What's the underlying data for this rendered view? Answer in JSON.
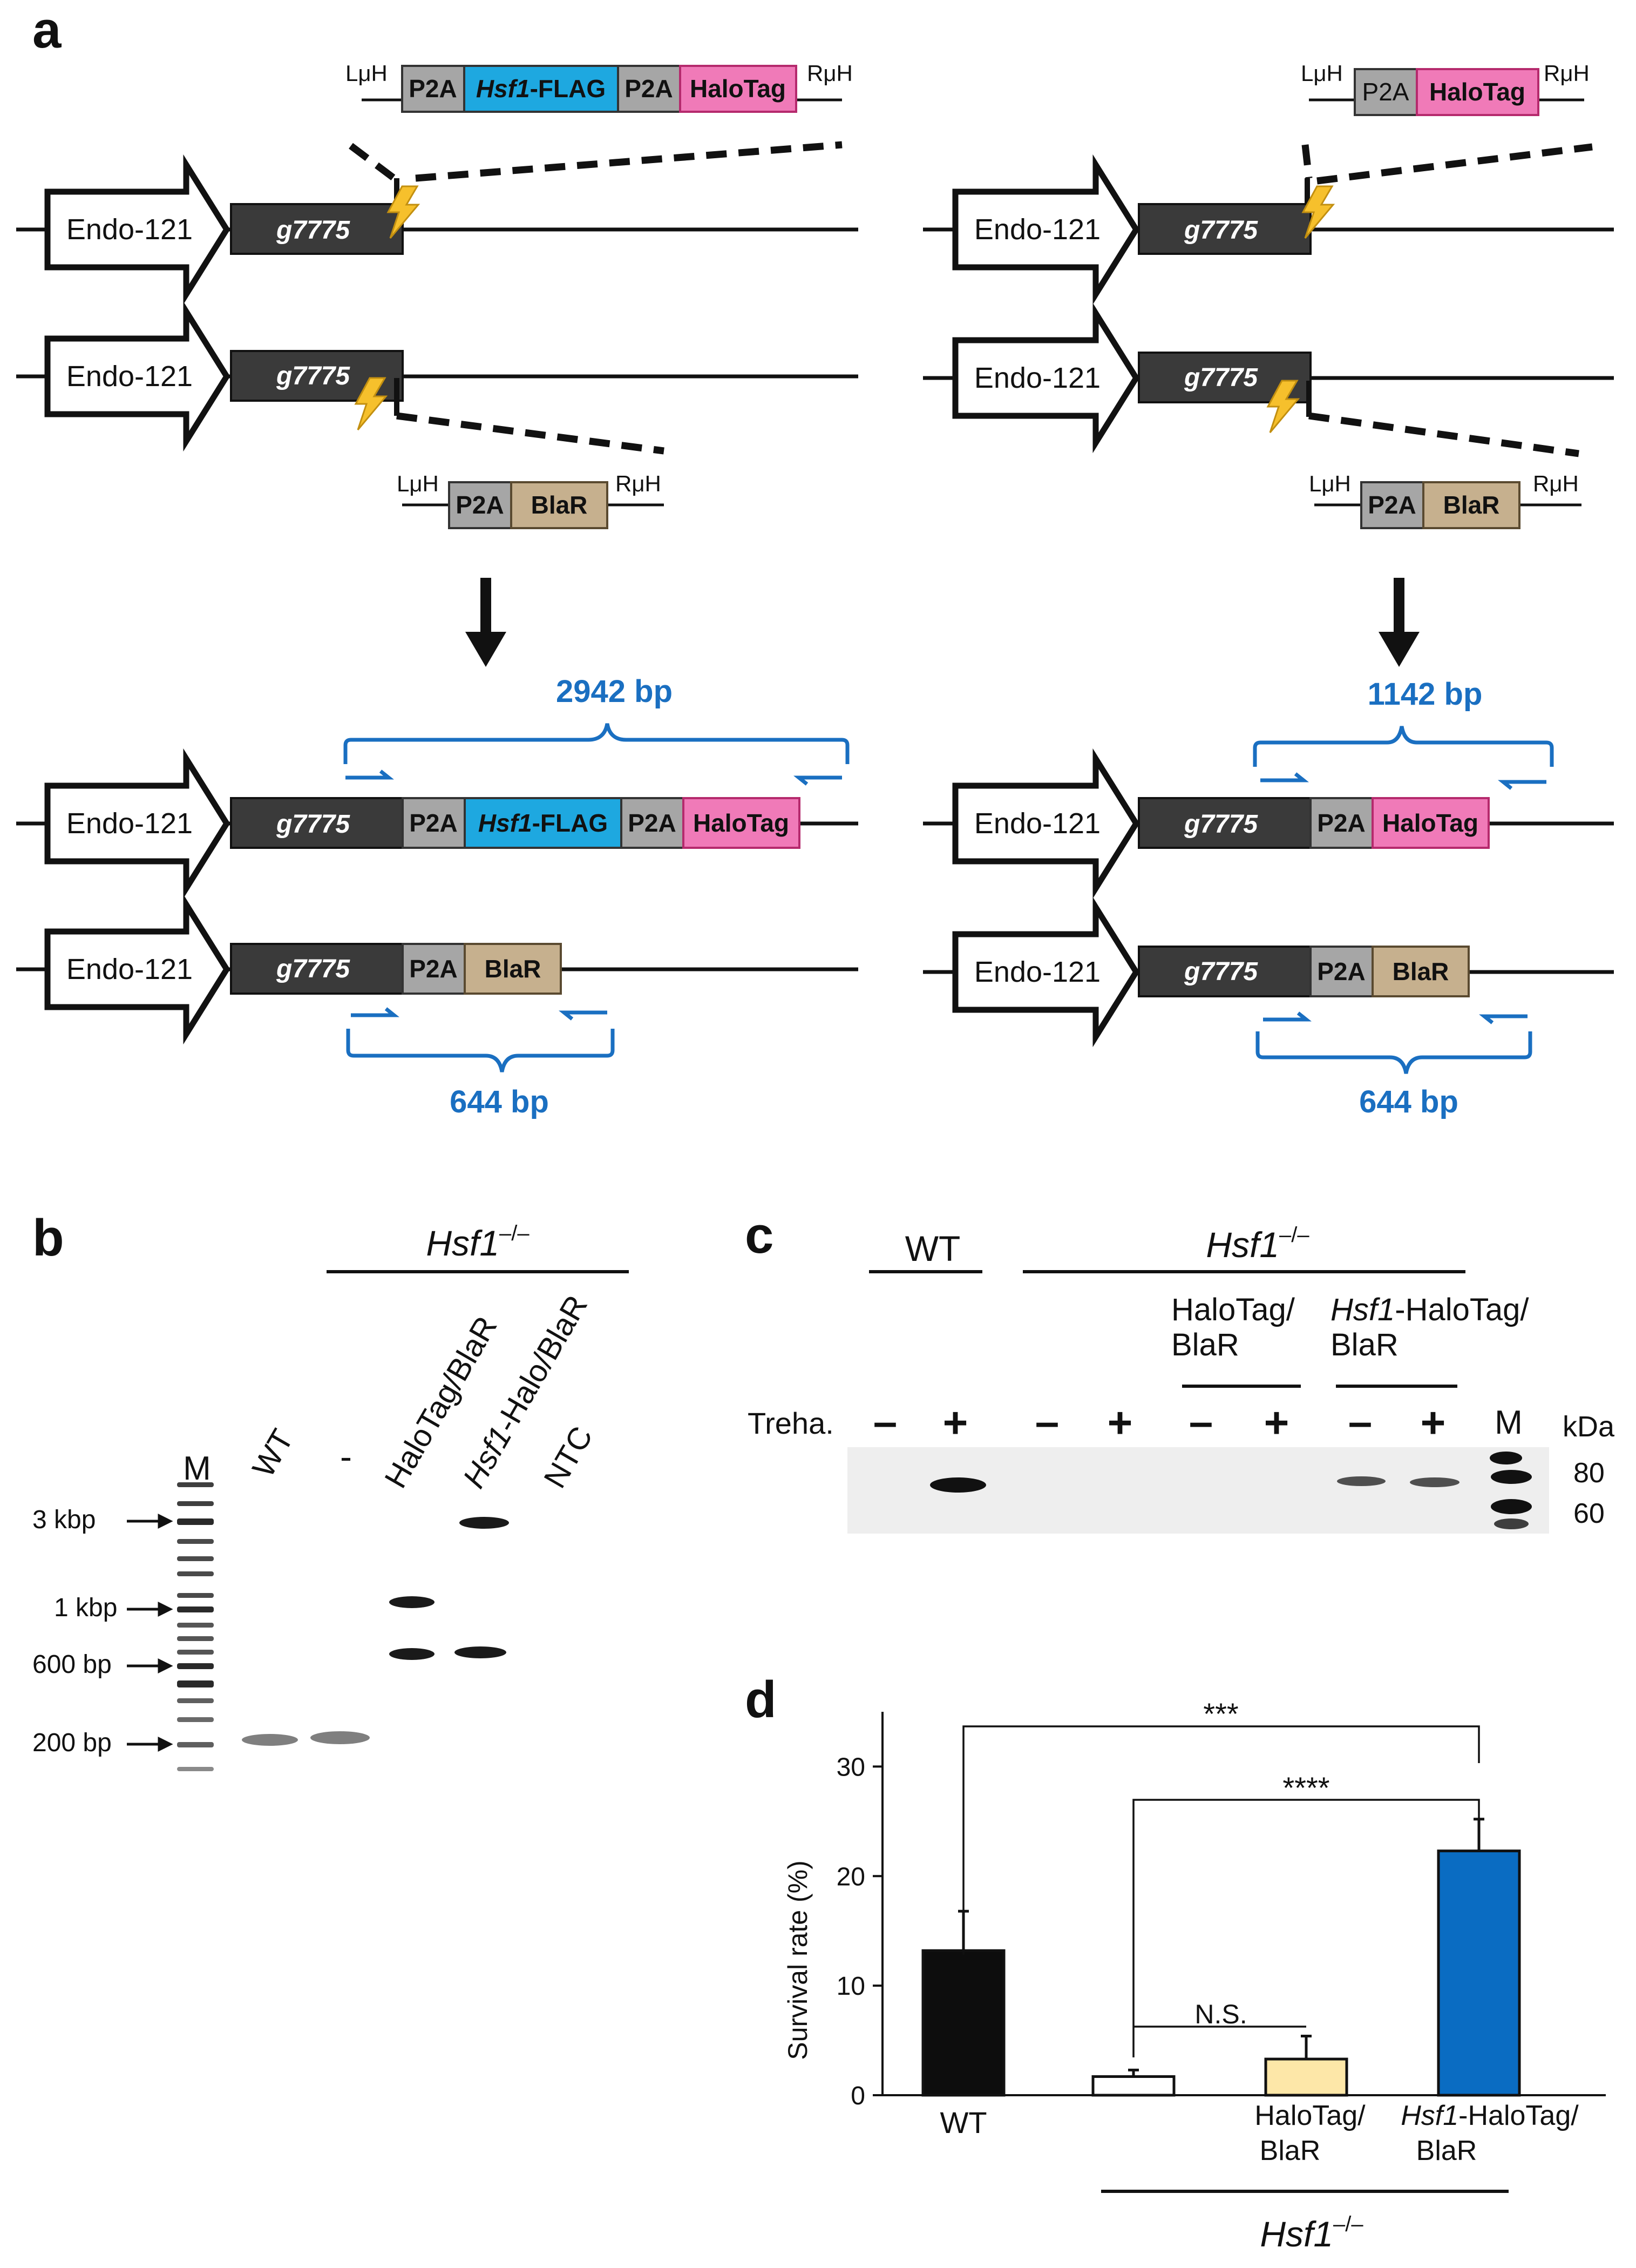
{
  "panel_labels": {
    "a": "a",
    "b": "b",
    "c": "c",
    "d": "d"
  },
  "panel_a": {
    "promoter": "Endo-121",
    "gene": "g7775",
    "p2a": "P2A",
    "hsf1_ital": "Hsf1",
    "hsf1_rest": "-FLAG",
    "halotag": "HaloTag",
    "blar": "BlaR",
    "left_arm": "LμH",
    "right_arm": "RμH",
    "size_hsf1_construct": "2942 bp",
    "size_halo_construct": "1142 bp",
    "size_blar_left": "644 bp",
    "size_blar_right": "644 bp",
    "colors": {
      "gene": "#3a3a3a",
      "p2a": "#a6a6a6",
      "hsf1": "#1ea8e0",
      "halotag": "#f07ab8",
      "blar": "#c6b08e",
      "bracket": "#1a6fc1",
      "bolt": "#f6c02c"
    }
  },
  "panel_b": {
    "group_label_ital": "Hsf1",
    "group_label_sup": "–/–",
    "lanes": [
      "M",
      "WT",
      "-",
      "HaloTag/BlaR",
      "Hsf1-Halo/BlaR",
      "NTC"
    ],
    "lane_hsf1_ital": "Hsf1",
    "lane_hsf1_rest": "-Halo/BlaR",
    "markers": [
      "3 kbp",
      "1 kbp",
      "600 bp",
      "200 bp"
    ]
  },
  "panel_c": {
    "wt": "WT",
    "group_label_ital": "Hsf1",
    "group_label_sup": "–/–",
    "sub_halo_line1": "HaloTag/",
    "sub_halo_line2": "BlaR",
    "sub_hsf1_ital": "Hsf1",
    "sub_hsf1_rest": "-HaloTag/",
    "sub_hsf1_line2": "BlaR",
    "treha": "Treha.",
    "minus": "–",
    "plus": "+",
    "marker_lane": "M",
    "kda": "kDa",
    "kda_80": "80",
    "kda_60": "60"
  },
  "chart_data": {
    "type": "bar",
    "categories": [
      "WT",
      "",
      "HaloTag/BlaR",
      "Hsf1-HaloTag/BlaR"
    ],
    "values": [
      13.2,
      1.7,
      3.3,
      22.3
    ],
    "errors": [
      3.6,
      0.6,
      2.1,
      2.9
    ],
    "colors": [
      "#0d0d0d",
      "#ffffff",
      "#fde7a8",
      "#0a6cc2"
    ],
    "ylabel": "Survival rate (%)",
    "ylim": [
      0,
      35
    ],
    "yticks": [
      0,
      10,
      20,
      30
    ],
    "cat_wt": "WT",
    "cat_halo_line1": "HaloTag/",
    "cat_halo_line2": "BlaR",
    "cat_hsf1_ital": "Hsf1",
    "cat_hsf1_rest": "-HaloTag/",
    "cat_hsf1_line2": "BlaR",
    "group_ital": "Hsf1",
    "group_sup": "–/–",
    "sig_wt_hsf1": "***",
    "sig_ko_hsf1": "****",
    "sig_ko_halo": "N.S."
  }
}
